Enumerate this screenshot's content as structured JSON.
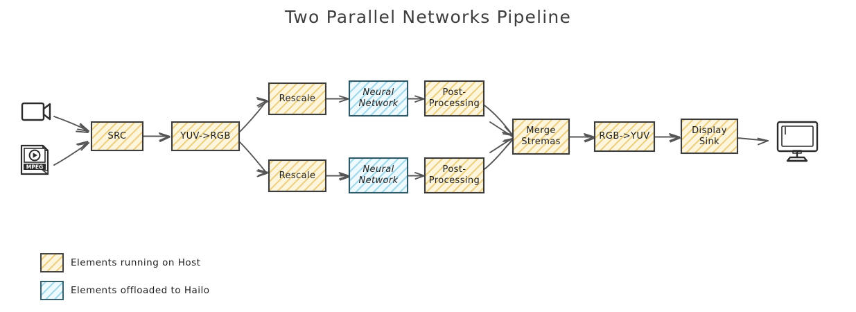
{
  "title": "Two Parallel Networks Pipeline",
  "colors": {
    "host_fill": "#fbeeaf",
    "host_hatch": "#e9c46a",
    "hailo_fill": "#d9f0f7",
    "hailo_hatch": "#7cc4dc",
    "stroke": "#3b3b3b",
    "arrow": "#555555",
    "text": "#1e1e1e",
    "background": "#ffffff"
  },
  "sources": [
    {
      "name": "camera-icon",
      "label": "video-camera"
    },
    {
      "name": "mpeg-file-icon",
      "label": "MPEG",
      "caption": "MPEG"
    }
  ],
  "nodes": [
    {
      "id": "src",
      "label": "SRC",
      "group": "host"
    },
    {
      "id": "yuv2rgb",
      "label": "YUV->RGB",
      "group": "host"
    },
    {
      "id": "rescale_top",
      "label": "Rescale",
      "group": "host"
    },
    {
      "id": "nn_top",
      "label": "Neural\nNetwork",
      "group": "hailo"
    },
    {
      "id": "post_top",
      "label": "Post-\nProcessing",
      "group": "host"
    },
    {
      "id": "rescale_bot",
      "label": "Rescale",
      "group": "host"
    },
    {
      "id": "nn_bot",
      "label": "Neural\nNetwork",
      "group": "hailo"
    },
    {
      "id": "post_bot",
      "label": "Post-\nProcessing",
      "group": "host"
    },
    {
      "id": "merge",
      "label": "Merge\nStremas",
      "group": "host"
    },
    {
      "id": "rgb2yuv",
      "label": "RGB->YUV",
      "group": "host"
    },
    {
      "id": "display",
      "label": "Display\nSink",
      "group": "host"
    }
  ],
  "sink": {
    "name": "monitor-icon",
    "label": "display-monitor"
  },
  "legend": [
    {
      "swatch": "host",
      "label": "Elements running on Host"
    },
    {
      "swatch": "hailo",
      "label": "Elements offloaded to Hailo"
    }
  ]
}
